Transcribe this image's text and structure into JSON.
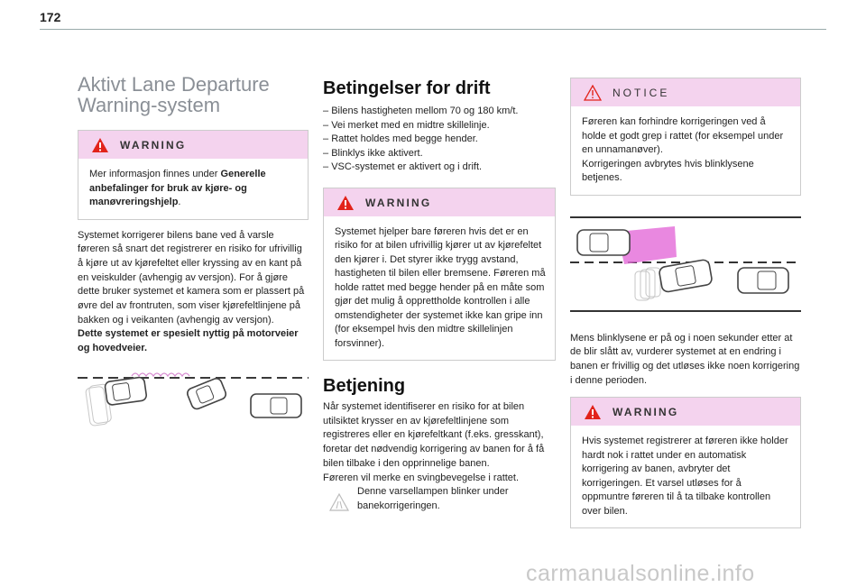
{
  "page": {
    "number": "172"
  },
  "col1": {
    "title_line1": "Aktivt Lane Departure",
    "title_line2": "Warning-system",
    "warning": {
      "label": "WARNING",
      "text_pre": "Mer informasjon finnes under ",
      "text_bold": "Generelle anbefalinger for bruk av kjøre- og manøvreringshjelp",
      "text_post": "."
    },
    "body": "Systemet korrigerer bilens bane ved å varsle føreren så snart det registrerer en risiko for ufrivillig å kjøre ut av kjørefeltet eller kryssing av en kant på en veiskulder (avhengig av versjon). For å gjøre dette bruker systemet et kamera som er plassert på øvre del av frontruten, som viser kjørefeltlinjene på bakken og i veikanten (avhengig av versjon).",
    "body_bold": "Dette systemet er spesielt nyttig på motorveier og hovedveier."
  },
  "col2": {
    "title": "Betingelser for drift",
    "conditions": [
      "Bilens hastigheten mellom 70 og 180 km/t.",
      "Vei merket med en midtre skillelinje.",
      "Rattet holdes med begge hender.",
      "Blinklys ikke aktivert.",
      "VSC-systemet er aktivert og i drift."
    ],
    "warning": {
      "label": "WARNING",
      "text": "Systemet hjelper bare føreren hvis det er en risiko for at bilen ufrivillig kjører ut av kjørefeltet den kjører i. Det styrer ikke trygg avstand, hastigheten til bilen eller bremsene. Føreren må holde rattet med begge hender på en måte som gjør det mulig å opprettholde kontrollen i alle omstendigheter der systemet ikke kan gripe inn (for eksempel hvis den midtre skillelinjen forsvinner)."
    },
    "operation_title": "Betjening",
    "operation_text": "Når systemet identifiserer en risiko for at bilen utilsiktet krysser en av kjørefeltlinjene som registreres eller en kjørefeltkant (f.eks. gresskant), foretar det nødvendig korrigering av banen for å få bilen tilbake i den opprinnelige banen.",
    "operation_text2": "Føreren vil merke en svingbevegelse i rattet.",
    "lamp_text": "Denne varsellampen blinker under banekorrigeringen."
  },
  "col3": {
    "notice": {
      "label": "NOTICE",
      "text1": "Føreren kan forhindre korrigeringen ved å holde et godt grep i rattet (for eksempel under en unnamanøver).",
      "text2": "Korrigeringen avbrytes hvis blinklysene betjenes."
    },
    "body": "Mens blinklysene er på og i noen sekunder etter at de blir slått av, vurderer systemet at en endring i banen er frivillig og det utløses ikke noen korrigering i denne perioden.",
    "warning": {
      "label": "WARNING",
      "text": "Hvis systemet registrerer at føreren ikke holder hardt nok i rattet under en automatisk korrigering av banen, avbryter det korrigeringen. Et varsel utløses for å oppmuntre føreren til å ta tilbake kontrollen over bilen."
    }
  },
  "watermark": "carmanualsonline.info",
  "colors": {
    "accent_pink": "#f4d3ee",
    "warning_red": "#e2231a",
    "heading_grey": "#8a8f96"
  }
}
